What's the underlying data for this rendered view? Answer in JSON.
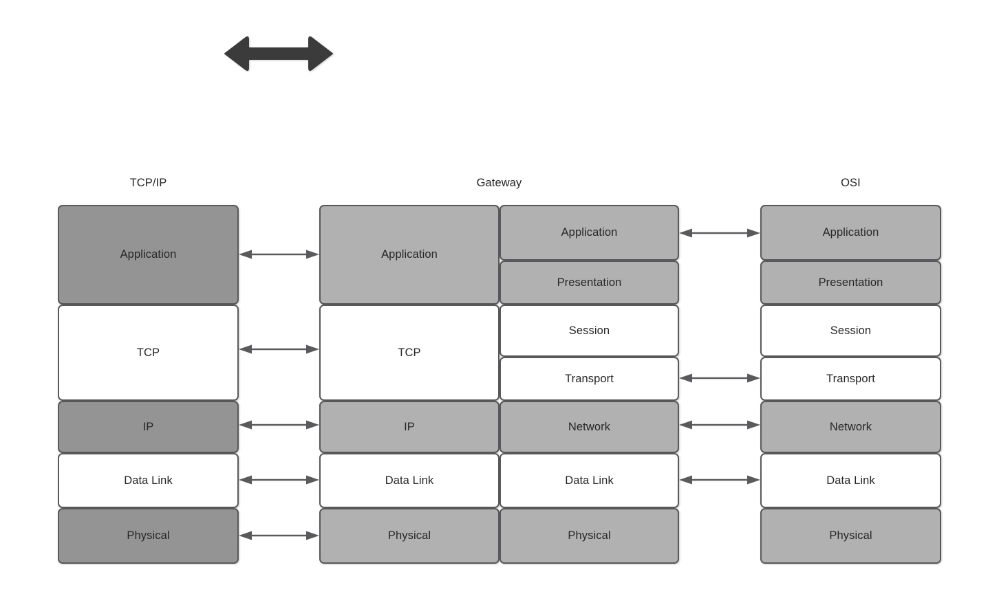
{
  "diagram": {
    "title_top_arrow": "bidirectional-communication-arrow",
    "columns": [
      {
        "id": "tcpip",
        "header": "TCP/IP",
        "layers": [
          {
            "label": "Application",
            "fill": "#949494"
          },
          {
            "label": "TCP",
            "fill": "#ffffff"
          },
          {
            "label": "IP",
            "fill": "#949494"
          },
          {
            "label": "Data Link",
            "fill": "#ffffff"
          },
          {
            "label": "Physical",
            "fill": "#949494"
          }
        ]
      },
      {
        "id": "gateway",
        "header": "Gateway",
        "left_stack": [
          {
            "label": "Application",
            "fill": "#b1b1b1"
          },
          {
            "label": "TCP",
            "fill": "#ffffff"
          },
          {
            "label": "IP",
            "fill": "#b1b1b1"
          },
          {
            "label": "Data Link",
            "fill": "#ffffff"
          },
          {
            "label": "Physical",
            "fill": "#b1b1b1"
          }
        ],
        "right_stack": [
          {
            "label": "Application",
            "fill": "#b1b1b1"
          },
          {
            "label": "Presentation",
            "fill": "#b1b1b1"
          },
          {
            "label": "Session",
            "fill": "#ffffff"
          },
          {
            "label": "Transport",
            "fill": "#ffffff"
          },
          {
            "label": "Network",
            "fill": "#b1b1b1"
          },
          {
            "label": "Data Link",
            "fill": "#ffffff"
          },
          {
            "label": "Physical",
            "fill": "#b1b1b1"
          }
        ]
      },
      {
        "id": "osi",
        "header": "OSI",
        "layers": [
          {
            "label": "Application",
            "fill": "#b1b1b1"
          },
          {
            "label": "Presentation",
            "fill": "#b1b1b1"
          },
          {
            "label": "Session",
            "fill": "#ffffff"
          },
          {
            "label": "Transport",
            "fill": "#ffffff"
          },
          {
            "label": "Network",
            "fill": "#b1b1b1"
          },
          {
            "label": "Data Link",
            "fill": "#ffffff"
          },
          {
            "label": "Physical",
            "fill": "#b1b1b1"
          }
        ]
      }
    ],
    "connectors_left": [
      "Application",
      "TCP",
      "IP",
      "Data Link",
      "Physical"
    ],
    "connectors_right": [
      "Application",
      "Transport",
      "Network",
      "Data Link"
    ],
    "colors": {
      "stroke": "#59595b",
      "gray_dark": "#949494",
      "gray_light": "#b1b1b1",
      "white": "#ffffff",
      "arrow_fill": "#3b3b3b",
      "connector_stroke": "#5a5a5c",
      "text": "#262626",
      "background": "#ffffff"
    }
  }
}
